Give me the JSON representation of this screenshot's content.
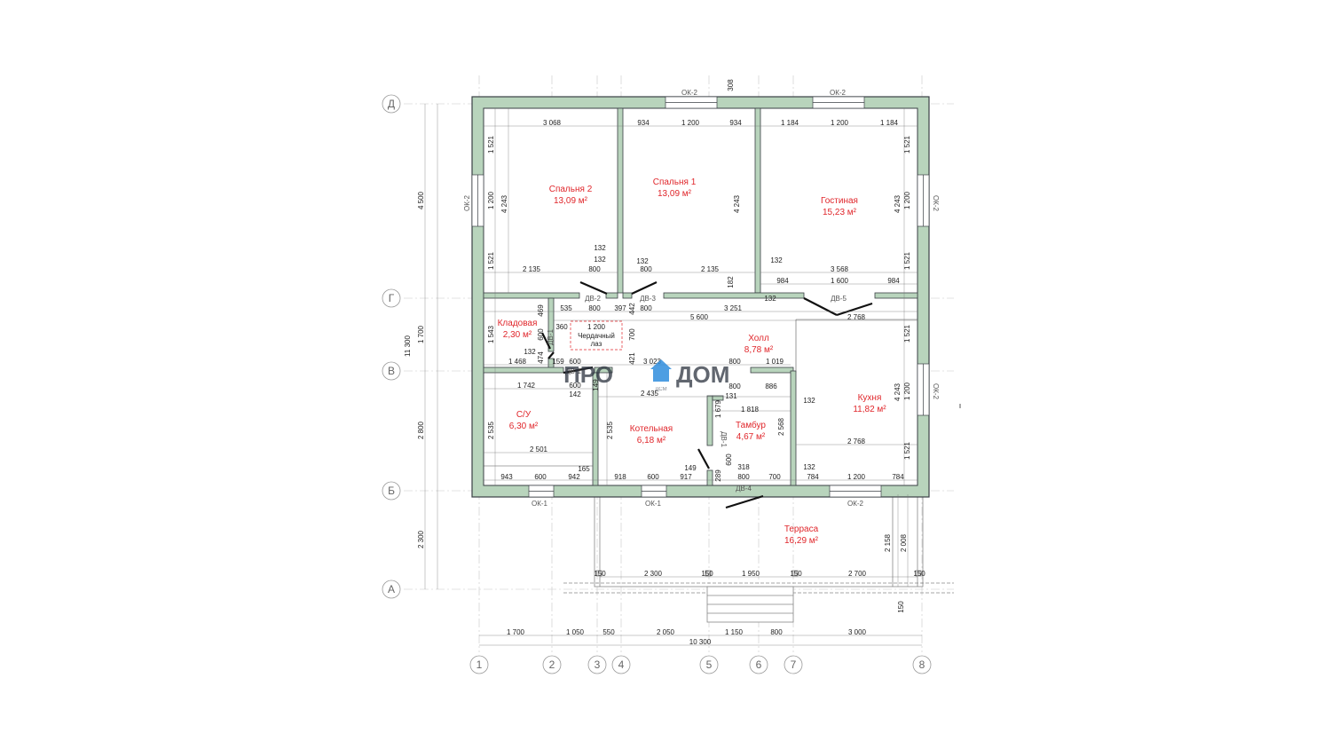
{
  "axes": {
    "letters": [
      "Д",
      "Г",
      "В",
      "Б",
      "А"
    ],
    "numbers": [
      "1",
      "2",
      "3",
      "4",
      "5",
      "6",
      "7",
      "8"
    ]
  },
  "rooms": [
    {
      "id": "spalnya2",
      "name": "Спальня 2",
      "area": "13,09 м²"
    },
    {
      "id": "spalnya1",
      "name": "Спальня 1",
      "area": "13,09 м²"
    },
    {
      "id": "gostinaya",
      "name": "Гостиная",
      "area": "15,23 м²"
    },
    {
      "id": "kladovaya",
      "name": "Кладовая",
      "area": "2,30 м²"
    },
    {
      "id": "holl",
      "name": "Холл",
      "area": "8,78 м²"
    },
    {
      "id": "kuhnya",
      "name": "Кухня",
      "area": "11,82 м²"
    },
    {
      "id": "su",
      "name": "С/У",
      "area": "6,30 м²"
    },
    {
      "id": "kotelnaya",
      "name": "Котельная",
      "area": "6,18 м²"
    },
    {
      "id": "tambur",
      "name": "Тамбур",
      "area": "4,67 м²"
    },
    {
      "id": "terrasa",
      "name": "Терраса",
      "area": "16,29 м²"
    }
  ],
  "labels": {
    "ok1": "ОК-1",
    "ok2": "ОК-2",
    "dv1": "ДВ-1",
    "dv2": "ДВ-2",
    "dv3": "ДВ-3",
    "dv4": "ДВ-4",
    "dv5": "ДВ-5",
    "attic_line1": "Чердачный",
    "attic_line2": "лаз"
  },
  "watermark": {
    "left": "ПРО",
    "right": "ДОМ",
    "small": "ДСМ"
  },
  "dims": {
    "top": [
      "3 068",
      "934",
      "1 200",
      "934",
      "1 184",
      "1 200",
      "1 184",
      "308"
    ],
    "upper_band": [
      "2 135",
      "132",
      "132",
      "800",
      "132",
      "800",
      "2 135",
      "132",
      "3 568",
      "984",
      "1 600",
      "984",
      "182",
      "132"
    ],
    "mid_band": [
      "535",
      "800",
      "397",
      "800",
      "3 251",
      "5 600",
      "2 768",
      "469",
      "442",
      "360",
      "1 200",
      "700",
      "600",
      "1 543",
      "132",
      "474",
      "1 468",
      "159",
      "600",
      "421",
      "3 023",
      "800",
      "1 019"
    ],
    "lower_band": [
      "1 742",
      "600",
      "142",
      "149",
      "2 435",
      "800",
      "886",
      "131",
      "1 679",
      "1 818",
      "132",
      "2 568",
      "2 768"
    ],
    "bottom_band": [
      "943",
      "600",
      "942",
      "165",
      "918",
      "600",
      "917",
      "149",
      "289",
      "600",
      "318",
      "800",
      "700",
      "132",
      "784",
      "1 200",
      "784",
      "2 501"
    ],
    "left_vert": [
      "1 521",
      "1 200",
      "4 243",
      "1 521",
      "2 535"
    ],
    "center_vert": [
      "4 243",
      "2 535"
    ],
    "right_vert": [
      "4 243",
      "1 521",
      "1 200",
      "1 521",
      "4 243",
      "1 521",
      "1 200",
      "1 521"
    ],
    "overall_left": [
      "4 500",
      "1 700",
      "2 800",
      "2 300",
      "11 300"
    ],
    "terrace": [
      "150",
      "2 300",
      "150",
      "1 950",
      "150",
      "2 700",
      "150",
      "2 158",
      "2 008",
      "150"
    ],
    "bottom_chain": [
      "1 700",
      "1 050",
      "550",
      "2 050",
      "1 150",
      "800",
      "3 000"
    ],
    "total": "10 300"
  }
}
